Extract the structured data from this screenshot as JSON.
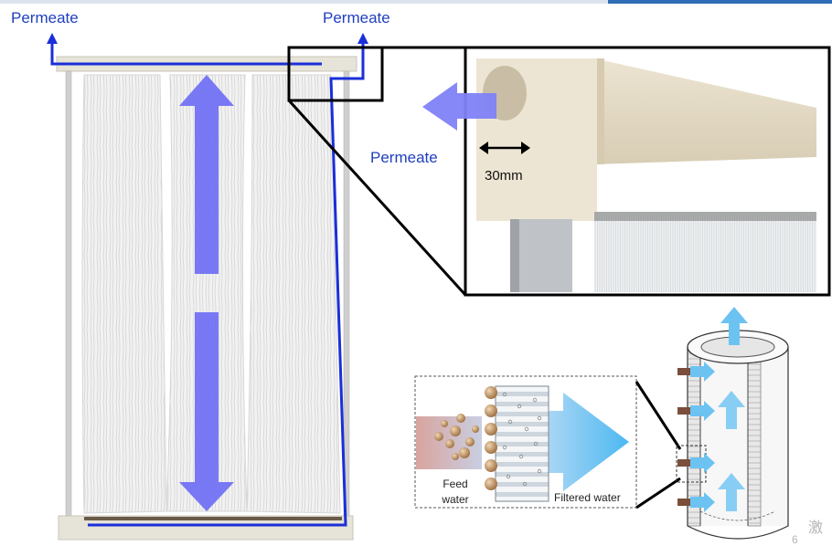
{
  "labels": {
    "permeate_left": "Permeate",
    "permeate_top": "Permeate",
    "permeate_mid": "Permeate",
    "dimension": "30mm",
    "feed_water": "Feed\nwater",
    "filtered_water": "Filtered water"
  },
  "watermark": {
    "line1": "激",
    "line2": "6"
  },
  "colors": {
    "flow_line": "#1a2fd9",
    "big_arrow": "#6b6bf5",
    "permeate_arrow": "#7f82f7",
    "light_blue": "#6cc3f2",
    "accent": "#2f6db5"
  }
}
